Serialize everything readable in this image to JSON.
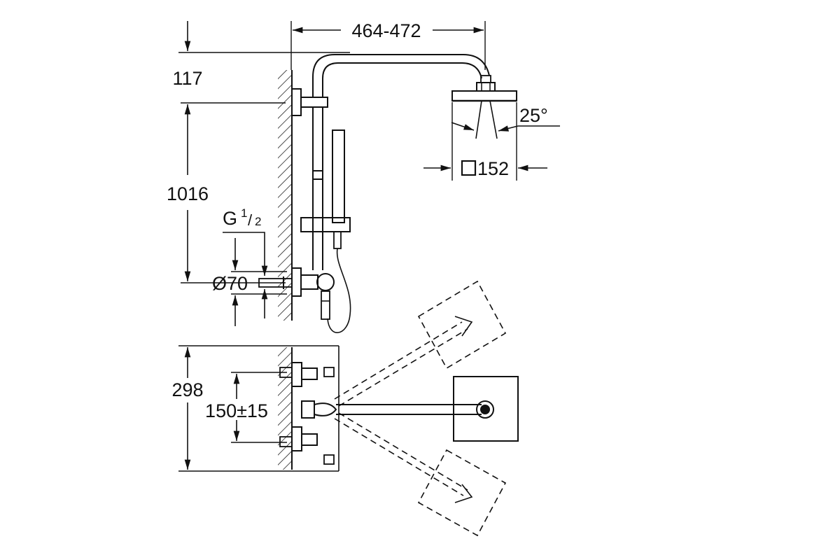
{
  "dimensions": {
    "arm_reach": "464-472",
    "top_offset": "117",
    "riser_height": "1016",
    "thread_main": "G",
    "thread_sup": "1",
    "thread_sub": "2",
    "outlet_diameter": "Ø70",
    "spray_angle": "25°",
    "head_size": "152",
    "plan_depth": "298",
    "connection_spacing": "150±15"
  }
}
